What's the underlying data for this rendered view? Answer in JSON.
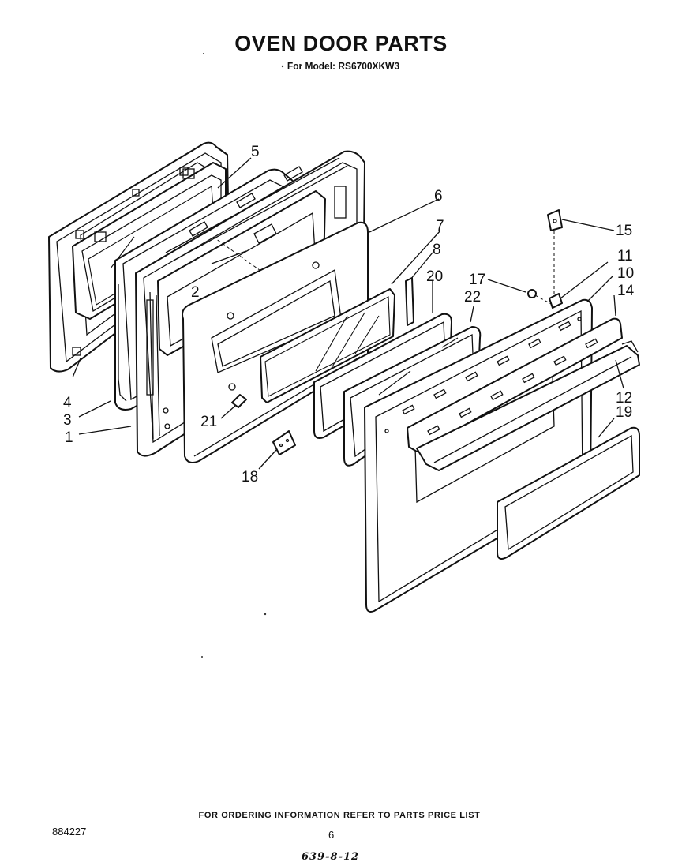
{
  "header": {
    "title": "OVEN DOOR PARTS",
    "subtitle": "For Model: RS6700XKW3"
  },
  "callouts": {
    "p1": "1",
    "p2": "2",
    "p3": "3",
    "p4": "4",
    "p5": "5",
    "p6": "6",
    "p7": "7",
    "p8": "8",
    "p10": "10",
    "p11": "11",
    "p12": "12",
    "p14": "14",
    "p15": "15",
    "p17": "17",
    "p18": "18",
    "p19": "19",
    "p20": "20",
    "p21": "21",
    "p22": "22"
  },
  "footer": {
    "ordering_note": "FOR ORDERING INFORMATION REFER TO PARTS PRICE LIST",
    "doc_number": "884227",
    "page_number": "6",
    "handwritten_code": "639-8-12"
  }
}
